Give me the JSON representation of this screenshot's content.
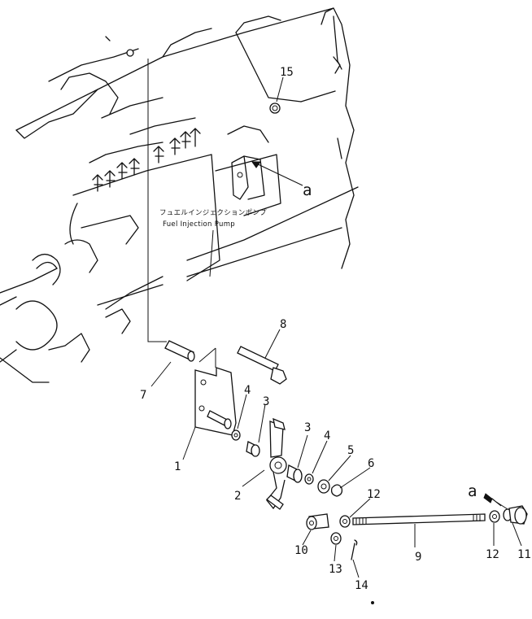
{
  "callouts": {
    "p1": "1",
    "p2": "2",
    "p3a": "3",
    "p3b": "3",
    "p4a": "4",
    "p4b": "4",
    "p5": "5",
    "p6": "6",
    "p7": "7",
    "p8": "8",
    "p9": "9",
    "p10": "10",
    "p11": "11",
    "p12a": "12",
    "p12b": "12",
    "p13": "13",
    "p14": "14",
    "p15": "15"
  },
  "views": {
    "a_top": "a",
    "a_right": "a"
  },
  "pump_label": {
    "japanese": "フュエルインジェクションポンプ",
    "english": "Fuel  Injection  Pump"
  },
  "icons": [
    "engine-block-outline",
    "fuel-injection-pump",
    "governor-lever",
    "control-rod"
  ]
}
